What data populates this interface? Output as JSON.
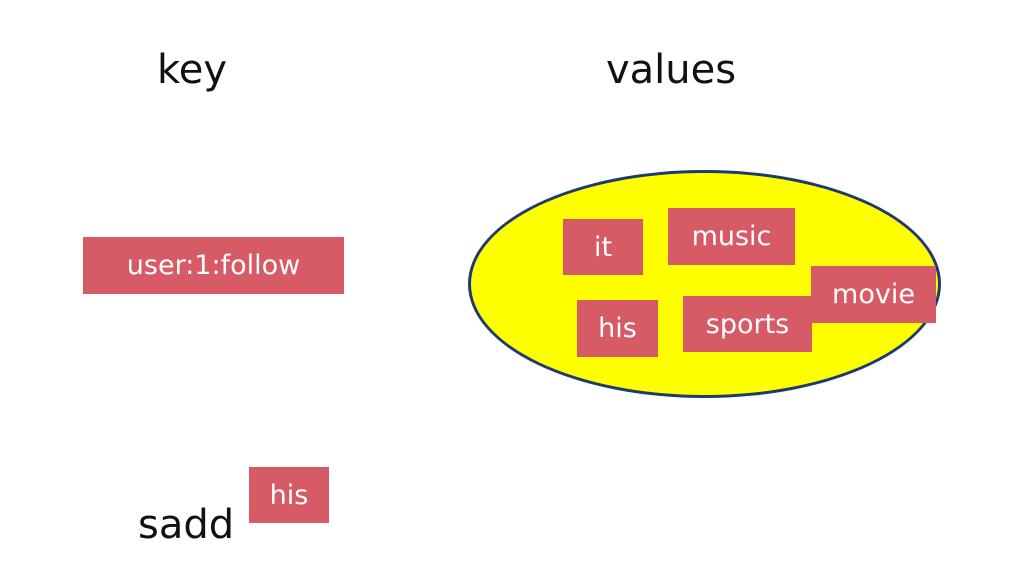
{
  "headings": {
    "key": "key",
    "values": "values"
  },
  "key_tag": "user:1:follow",
  "set_members": [
    "it",
    "music",
    "his",
    "sports",
    "movie"
  ],
  "command": {
    "name": "sadd",
    "argument": "his"
  },
  "colors": {
    "tag_fill": "#d75a67",
    "ellipse_fill": "#ffff00",
    "ellipse_border": "#1f3b6e",
    "text": "#111111"
  }
}
